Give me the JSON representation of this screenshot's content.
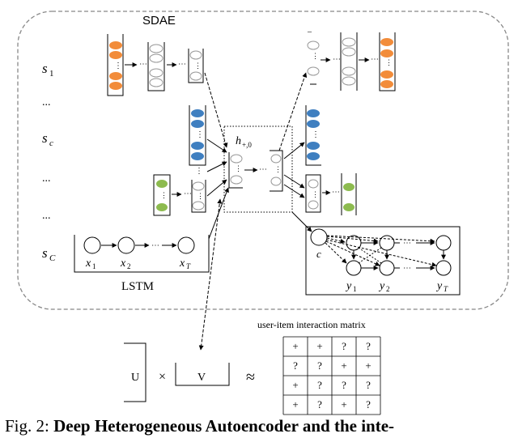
{
  "labels": {
    "sdae": "SDAE",
    "lstm": "LSTM",
    "hidden": "h",
    "hidden_sub": "+,0",
    "rows": [
      {
        "main": "s",
        "sub": "1"
      },
      {
        "main": "s",
        "sub": "c"
      },
      {
        "main": "s",
        "sub": "C"
      }
    ],
    "dots": "...",
    "lstm_inputs": [
      {
        "main": "x",
        "sub": "1"
      },
      {
        "main": "x",
        "sub": "2"
      },
      {
        "main": "x",
        "sub": "T"
      }
    ],
    "decoder_c": "c",
    "decoder_outputs": [
      {
        "main": "y",
        "sub": "1"
      },
      {
        "main": "y",
        "sub": "2"
      },
      {
        "main": "y",
        "sub": "T"
      }
    ]
  },
  "matrix": {
    "title": "user-item interaction matrix",
    "cells": [
      [
        "+",
        "+",
        "?",
        "?"
      ],
      [
        "?",
        "?",
        "+",
        "+"
      ],
      [
        "+",
        "?",
        "?",
        "?"
      ],
      [
        "+",
        "?",
        "+",
        "?"
      ]
    ]
  },
  "factor": {
    "u": "U",
    "times": "×",
    "v": "V",
    "approx": "≈"
  },
  "caption": {
    "prefix": "Fig. 2: ",
    "bold": "Deep Heterogeneous Autoencoder and the inte-"
  },
  "colors": {
    "orange": "#f28c3a",
    "blue": "#3f7fc0",
    "green": "#8dbb4f",
    "frame": "#7f7f7f"
  }
}
